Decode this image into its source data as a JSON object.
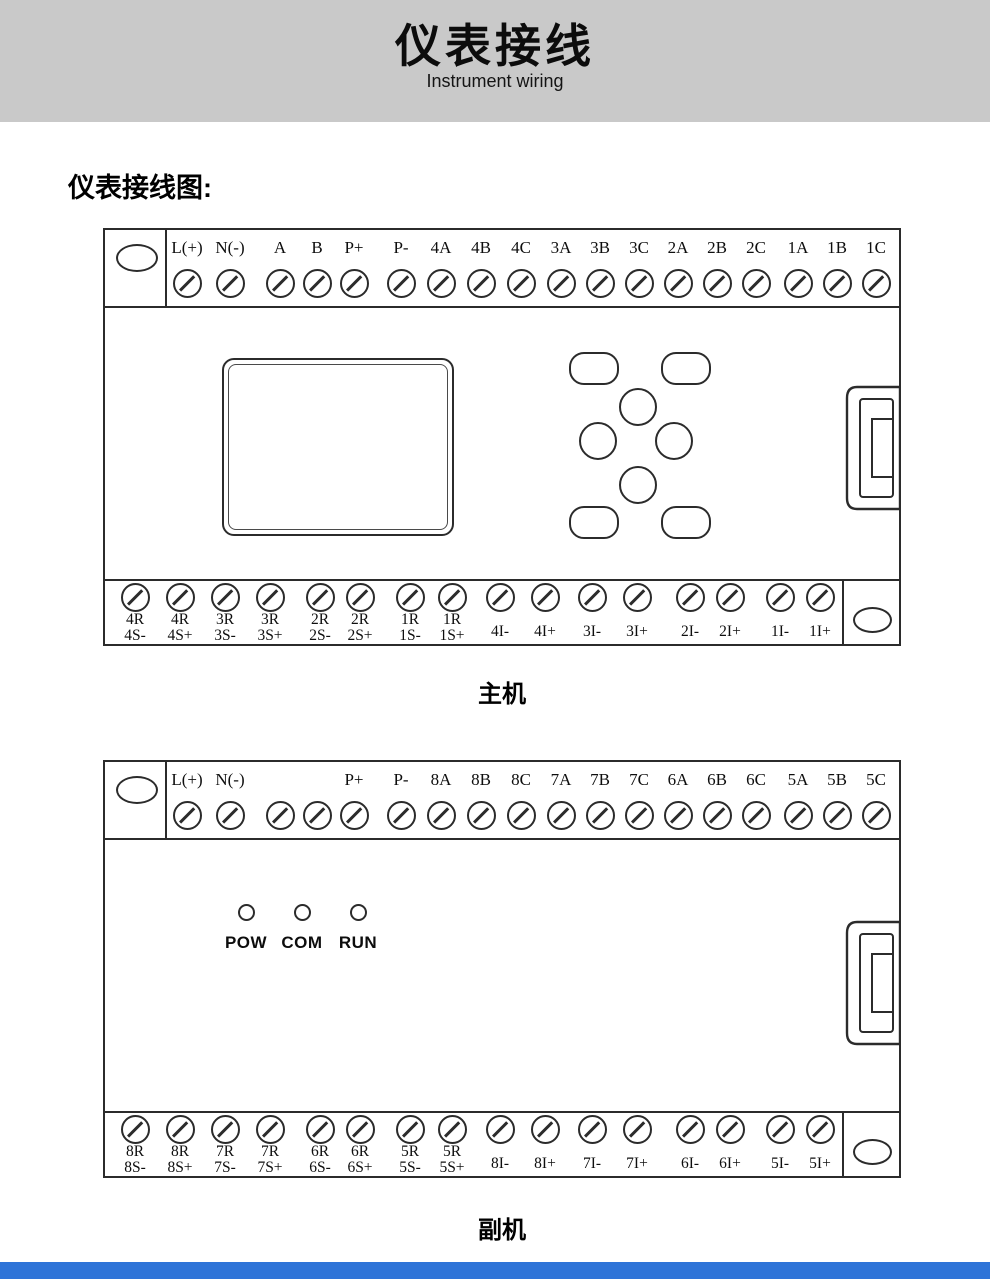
{
  "banner": {
    "title": "仪表接线",
    "subtitle": "Instrument wiring"
  },
  "heading": "仪表接线图:",
  "main_unit": {
    "caption": "主机",
    "top_terminals": [
      "L(+)",
      "N(-)",
      "A",
      "B",
      "P+",
      "P-",
      "4A",
      "4B",
      "4C",
      "3A",
      "3B",
      "3C",
      "2A",
      "2B",
      "2C",
      "1A",
      "1B",
      "1C"
    ],
    "bottom_relay": [
      [
        "4R",
        "4S-"
      ],
      [
        "4R",
        "4S+"
      ],
      [
        "3R",
        "3S-"
      ],
      [
        "3R",
        "3S+"
      ],
      [
        "2R",
        "2S-"
      ],
      [
        "2R",
        "2S+"
      ],
      [
        "1R",
        "1S-"
      ],
      [
        "1R",
        "1S+"
      ]
    ],
    "bottom_current": [
      "4I-",
      "4I+",
      "3I-",
      "3I+",
      "2I-",
      "2I+",
      "1I-",
      "1I+"
    ]
  },
  "aux_unit": {
    "caption": "副机",
    "top_terminals": [
      "L(+)",
      "N(-)",
      "",
      "",
      "P+",
      "P-",
      "8A",
      "8B",
      "8C",
      "7A",
      "7B",
      "7C",
      "6A",
      "6B",
      "6C",
      "5A",
      "5B",
      "5C"
    ],
    "leds": [
      "POW",
      "COM",
      "RUN"
    ],
    "bottom_relay": [
      [
        "8R",
        "8S-"
      ],
      [
        "8R",
        "8S+"
      ],
      [
        "7R",
        "7S-"
      ],
      [
        "7R",
        "7S+"
      ],
      [
        "6R",
        "6S-"
      ],
      [
        "6R",
        "6S+"
      ],
      [
        "5R",
        "5S-"
      ],
      [
        "5R",
        "5S+"
      ]
    ],
    "bottom_current": [
      "8I-",
      "8I+",
      "7I-",
      "7I+",
      "6I-",
      "6I+",
      "5I-",
      "5I+"
    ]
  },
  "colors": {
    "banner_bg": "#c9c9c9",
    "footer_bg": "#2e74d8",
    "line": "#2b2b2b"
  }
}
